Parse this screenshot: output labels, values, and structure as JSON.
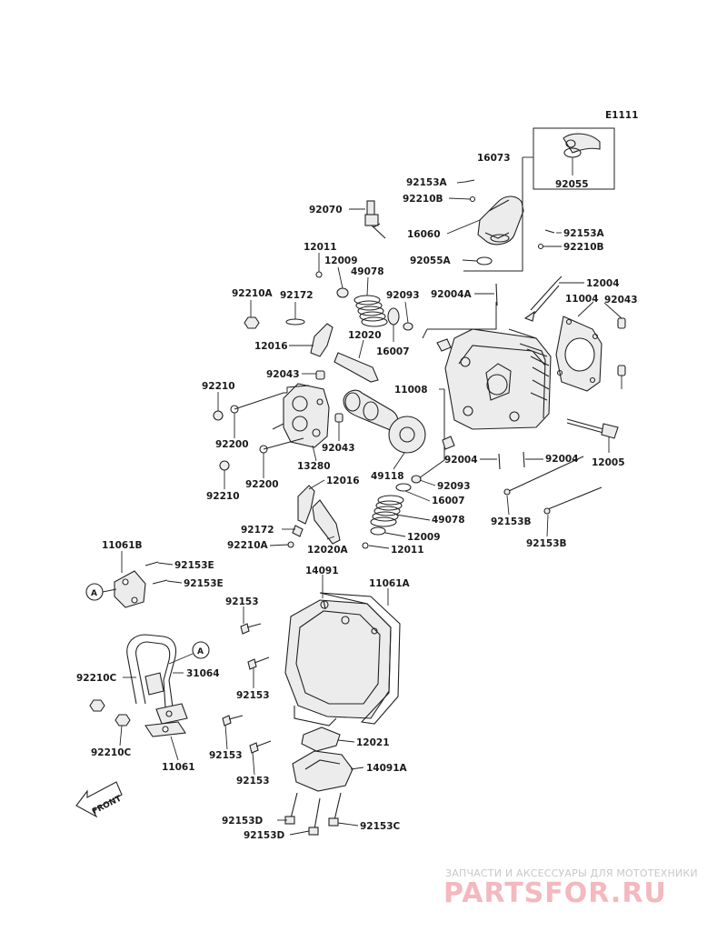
{
  "diagram_code": "E1111",
  "front_label": "FRONT",
  "callout_letter": "A",
  "part_labels": [
    "16073",
    "92055",
    "92153A",
    "92210B",
    "92070",
    "16060",
    "92153A",
    "92210B",
    "92055A",
    "12011",
    "12009",
    "49078",
    "92210A",
    "92172",
    "92093",
    "92004A",
    "12004",
    "11004",
    "92043",
    "12016",
    "12020",
    "16007",
    "92043",
    "11008",
    "92210",
    "92200",
    "92043",
    "13280",
    "49118",
    "92200",
    "92210",
    "12016",
    "92093",
    "92004",
    "92004",
    "12005",
    "16007",
    "49078",
    "92153B",
    "92172",
    "92210A",
    "12020A",
    "12009",
    "12011",
    "92153B",
    "11061B",
    "92153E",
    "92153E",
    "14091",
    "11061A",
    "92153",
    "92210C",
    "31064",
    "92153",
    "92210C",
    "11061",
    "92153",
    "12021",
    "92153",
    "14091A",
    "92153D",
    "92153D",
    "92153C"
  ],
  "watermark": {
    "tagline": "ЗАПЧАСТИ И АКСЕССУАРЫ ДЛЯ МОТОТЕХНИКИ",
    "logo": "PARTSFOR.RU"
  }
}
